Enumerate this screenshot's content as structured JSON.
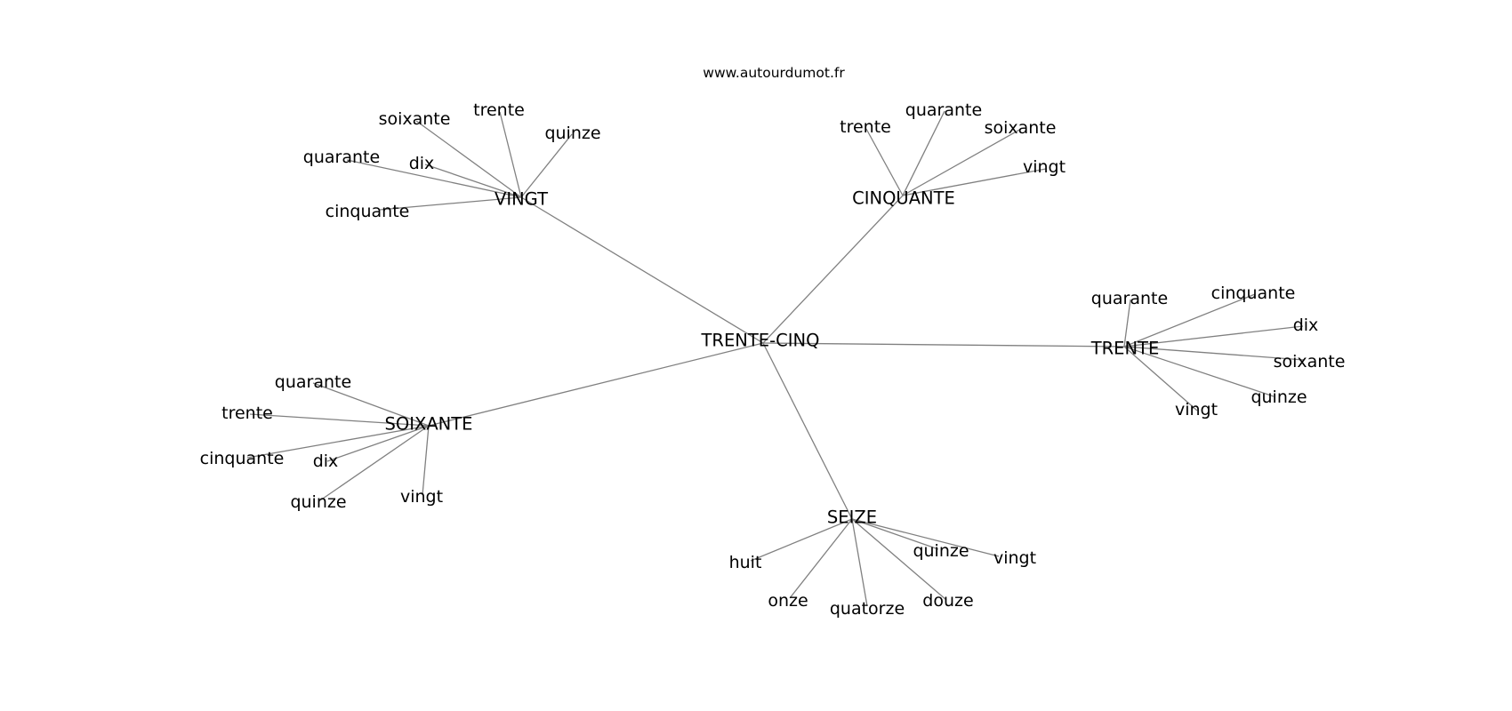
{
  "source": "www.autourdumot.fr",
  "center": "TRENTE-CINQ",
  "clusters": [
    {
      "id": "vingt",
      "label": "VINGT",
      "words": [
        "soixante",
        "trente",
        "quinze",
        "quarante",
        "dix",
        "cinquante"
      ]
    },
    {
      "id": "cinquante",
      "label": "CINQUANTE",
      "words": [
        "trente",
        "quarante",
        "soixante",
        "vingt"
      ]
    },
    {
      "id": "trente",
      "label": "TRENTE",
      "words": [
        "quarante",
        "cinquante",
        "dix",
        "soixante",
        "quinze",
        "vingt"
      ]
    },
    {
      "id": "soixante",
      "label": "SOIXANTE",
      "words": [
        "quarante",
        "trente",
        "cinquante",
        "dix",
        "quinze",
        "vingt"
      ]
    },
    {
      "id": "seize",
      "label": "SEIZE",
      "words": [
        "huit",
        "onze",
        "quatorze",
        "douze",
        "quinze",
        "vingt"
      ]
    }
  ],
  "colors": {
    "edge": "#808080",
    "text": "#000000",
    "background": "#ffffff"
  }
}
